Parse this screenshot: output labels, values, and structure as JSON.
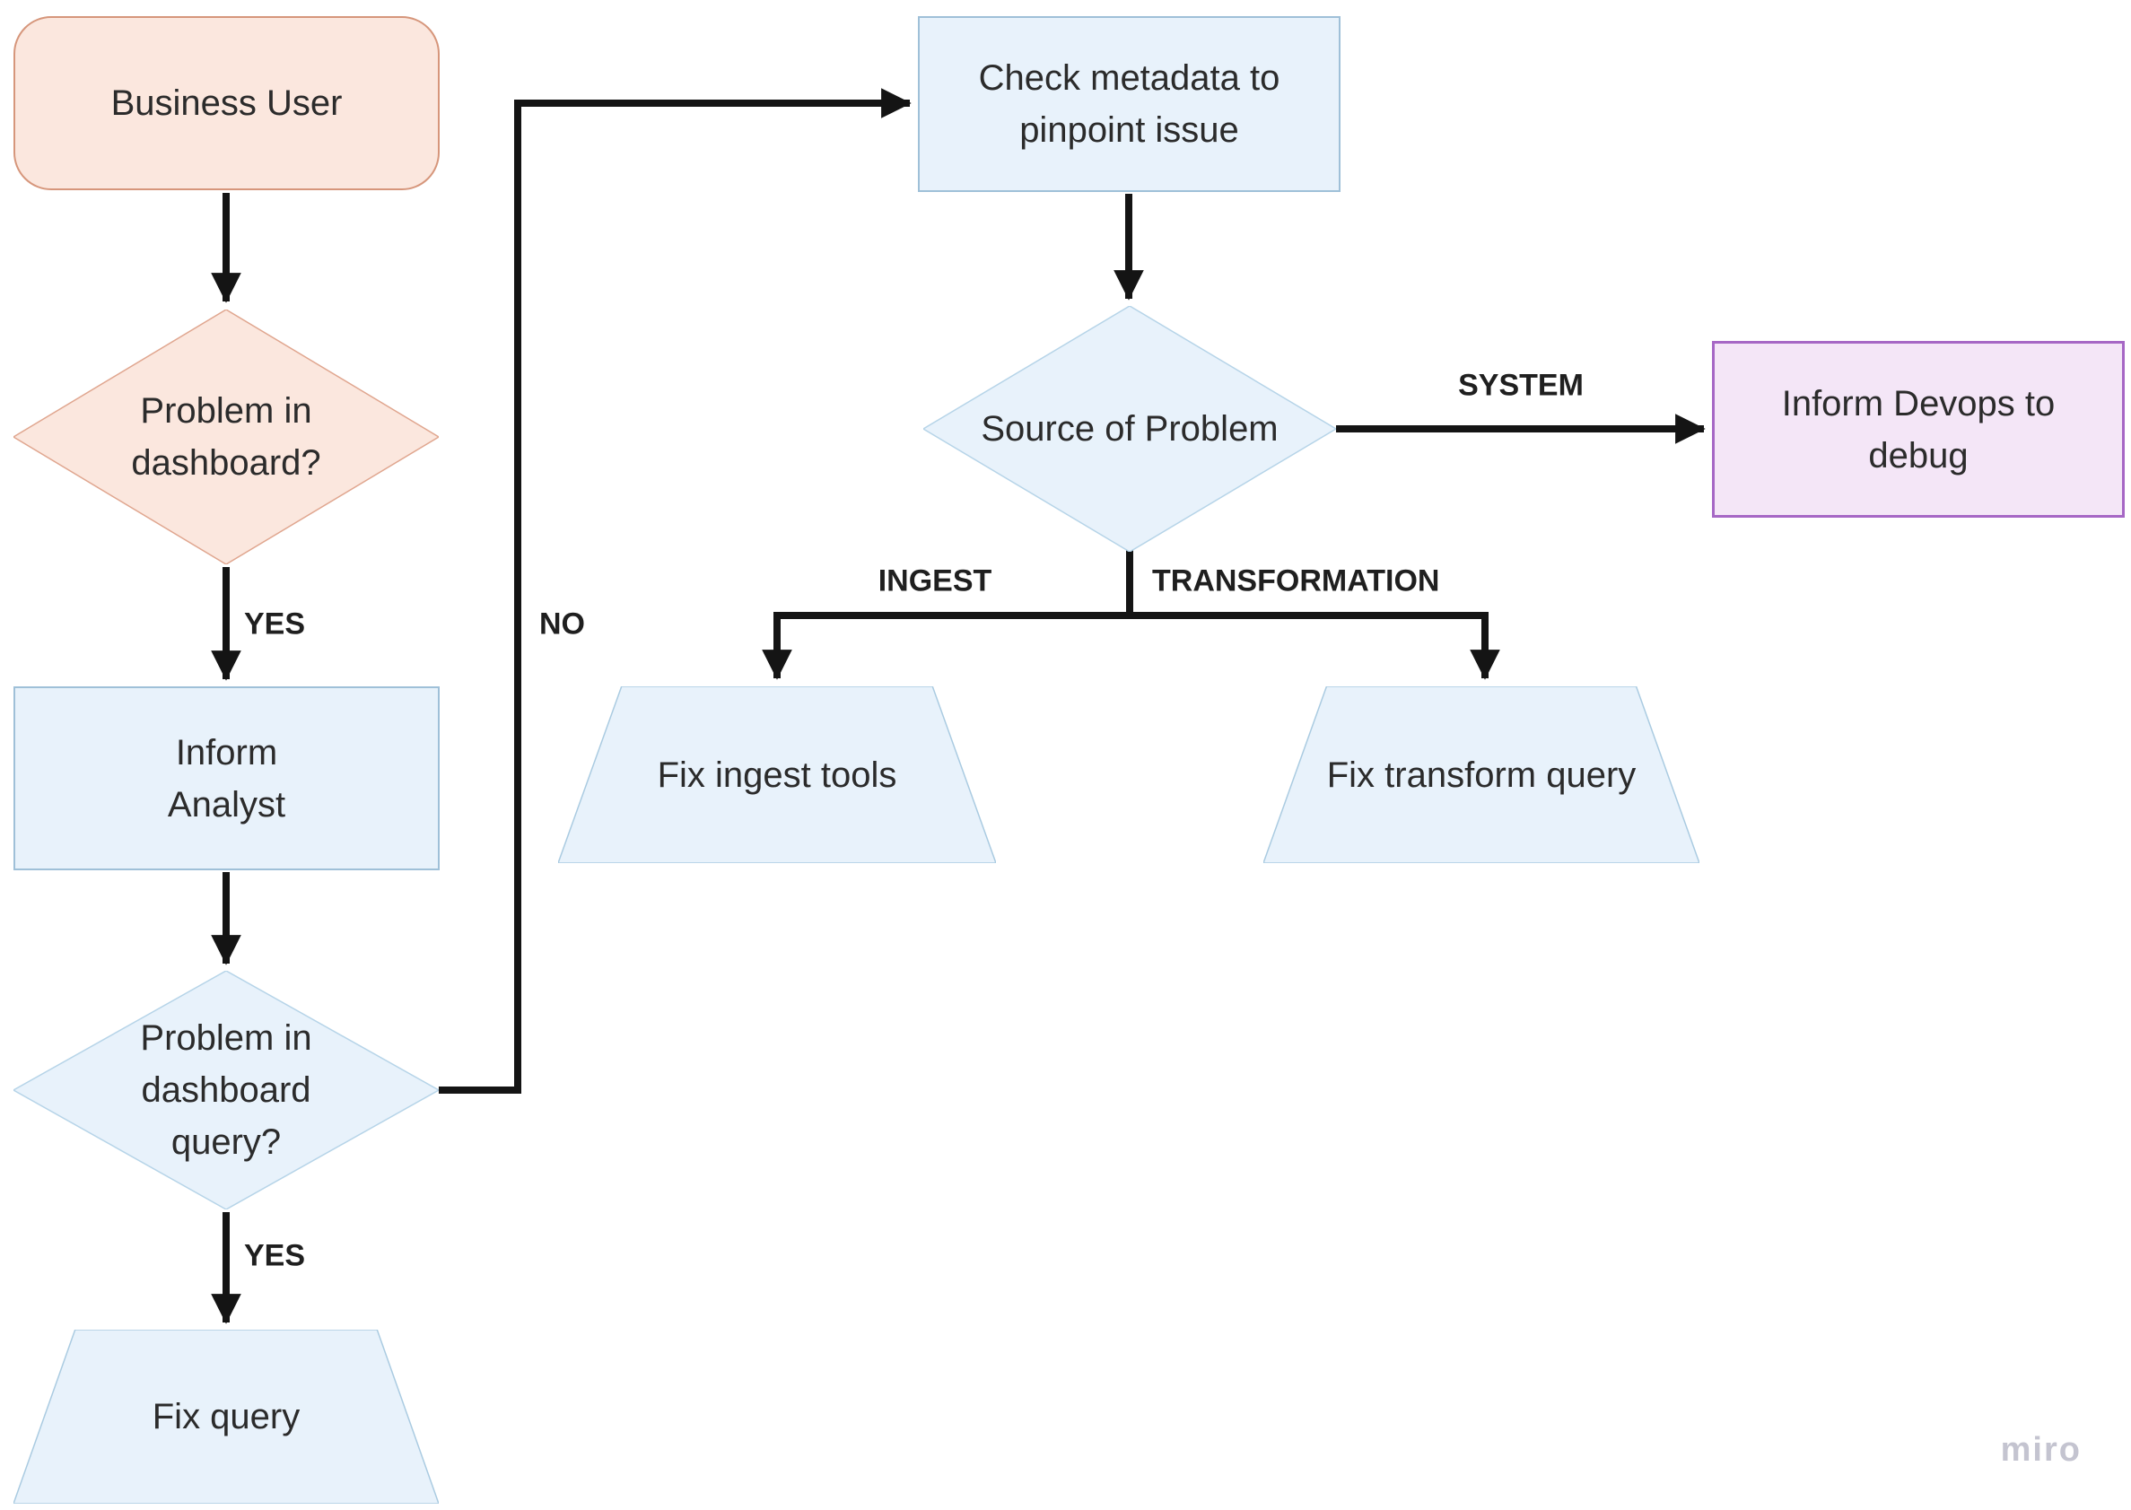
{
  "page": {
    "background": "#ffffff",
    "watermark": "miro"
  },
  "colors": {
    "peach_fill": "#fbe7de",
    "peach_border": "#d6967b",
    "peach_diamond_border": "#e0a68f",
    "blue_fill": "#e8f2fb",
    "blue_rect_border": "#9fc0d8",
    "blue_diamond_border": "#b6d4e8",
    "blue_trapezoid_border": "#aacbe1",
    "purple_fill": "#f4e6f7",
    "purple_border": "#a667c5",
    "edge_color": "#141414",
    "text_color": "#2b2b2b",
    "edge_label_color": "#1f1f1f",
    "watermark_color": "#c4c4d0"
  },
  "nodes": {
    "business_user": {
      "label": "Business User",
      "shape": "rounded-rectangle"
    },
    "problem_in_dashboard": {
      "label": "Problem in\ndashboard?",
      "shape": "decision-diamond"
    },
    "inform_analyst": {
      "label": "Inform\nAnalyst",
      "shape": "rectangle"
    },
    "problem_in_dashboard_query": {
      "label": "Problem in\ndashboard\nquery?",
      "shape": "decision-diamond"
    },
    "fix_query": {
      "label": "Fix query",
      "shape": "trapezoid"
    },
    "check_metadata": {
      "label": "Check metadata to\npinpoint issue",
      "shape": "rectangle"
    },
    "source_of_problem": {
      "label": "Source of Problem",
      "shape": "decision-diamond"
    },
    "inform_devops": {
      "label": "Inform Devops to\ndebug",
      "shape": "rectangle"
    },
    "fix_ingest_tools": {
      "label": "Fix ingest tools",
      "shape": "trapezoid"
    },
    "fix_transform_query": {
      "label": "Fix transform query",
      "shape": "trapezoid"
    }
  },
  "edge_labels": {
    "yes_dashboard": "YES",
    "yes_query": "YES",
    "no": "NO",
    "system": "SYSTEM",
    "ingest": "INGEST",
    "transformation": "TRANSFORMATION"
  },
  "edges": [
    {
      "from": "business_user",
      "to": "problem_in_dashboard",
      "label": ""
    },
    {
      "from": "problem_in_dashboard",
      "to": "inform_analyst",
      "label": "YES"
    },
    {
      "from": "inform_analyst",
      "to": "problem_in_dashboard_query",
      "label": ""
    },
    {
      "from": "problem_in_dashboard_query",
      "to": "fix_query",
      "label": "YES"
    },
    {
      "from": "problem_in_dashboard_query",
      "to": "check_metadata",
      "label": "NO"
    },
    {
      "from": "check_metadata",
      "to": "source_of_problem",
      "label": ""
    },
    {
      "from": "source_of_problem",
      "to": "inform_devops",
      "label": "SYSTEM"
    },
    {
      "from": "source_of_problem",
      "to": "fix_ingest_tools",
      "label": "INGEST"
    },
    {
      "from": "source_of_problem",
      "to": "fix_transform_query",
      "label": "TRANSFORMATION"
    }
  ]
}
